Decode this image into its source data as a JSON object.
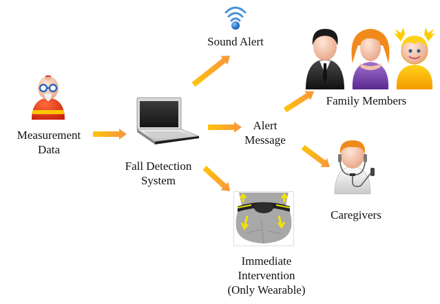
{
  "diagram": {
    "title": "Fall detection system alert flow",
    "colors": {
      "arrow_start": "#ffc20e",
      "arrow_end": "#f7963c",
      "text": "#111111",
      "background": "#ffffff"
    },
    "nodes": {
      "measurement": {
        "line1": "Measurement",
        "line2": "Data",
        "icon": "elderly-person-icon"
      },
      "system": {
        "line1": "Fall Detection",
        "line2": "System",
        "icon": "laptop-icon"
      },
      "sound": {
        "line1": "Sound Alert",
        "icon": "wireless-signal-icon"
      },
      "alert": {
        "line1": "Alert",
        "line2": "Message"
      },
      "family": {
        "line1": "Family Members",
        "icon": "family-group-icon"
      },
      "caregivers": {
        "line1": "Caregivers",
        "icon": "doctor-icon"
      },
      "intervention": {
        "line1": "Immediate",
        "line2": "Intervention",
        "line3": "(Only Wearable)",
        "icon": "wearable-airbag-belt-icon"
      }
    },
    "edges": [
      {
        "from": "measurement",
        "to": "system"
      },
      {
        "from": "system",
        "to": "sound"
      },
      {
        "from": "system",
        "to": "alert"
      },
      {
        "from": "system",
        "to": "intervention"
      },
      {
        "from": "alert",
        "to": "family"
      },
      {
        "from": "alert",
        "to": "caregivers"
      }
    ]
  }
}
